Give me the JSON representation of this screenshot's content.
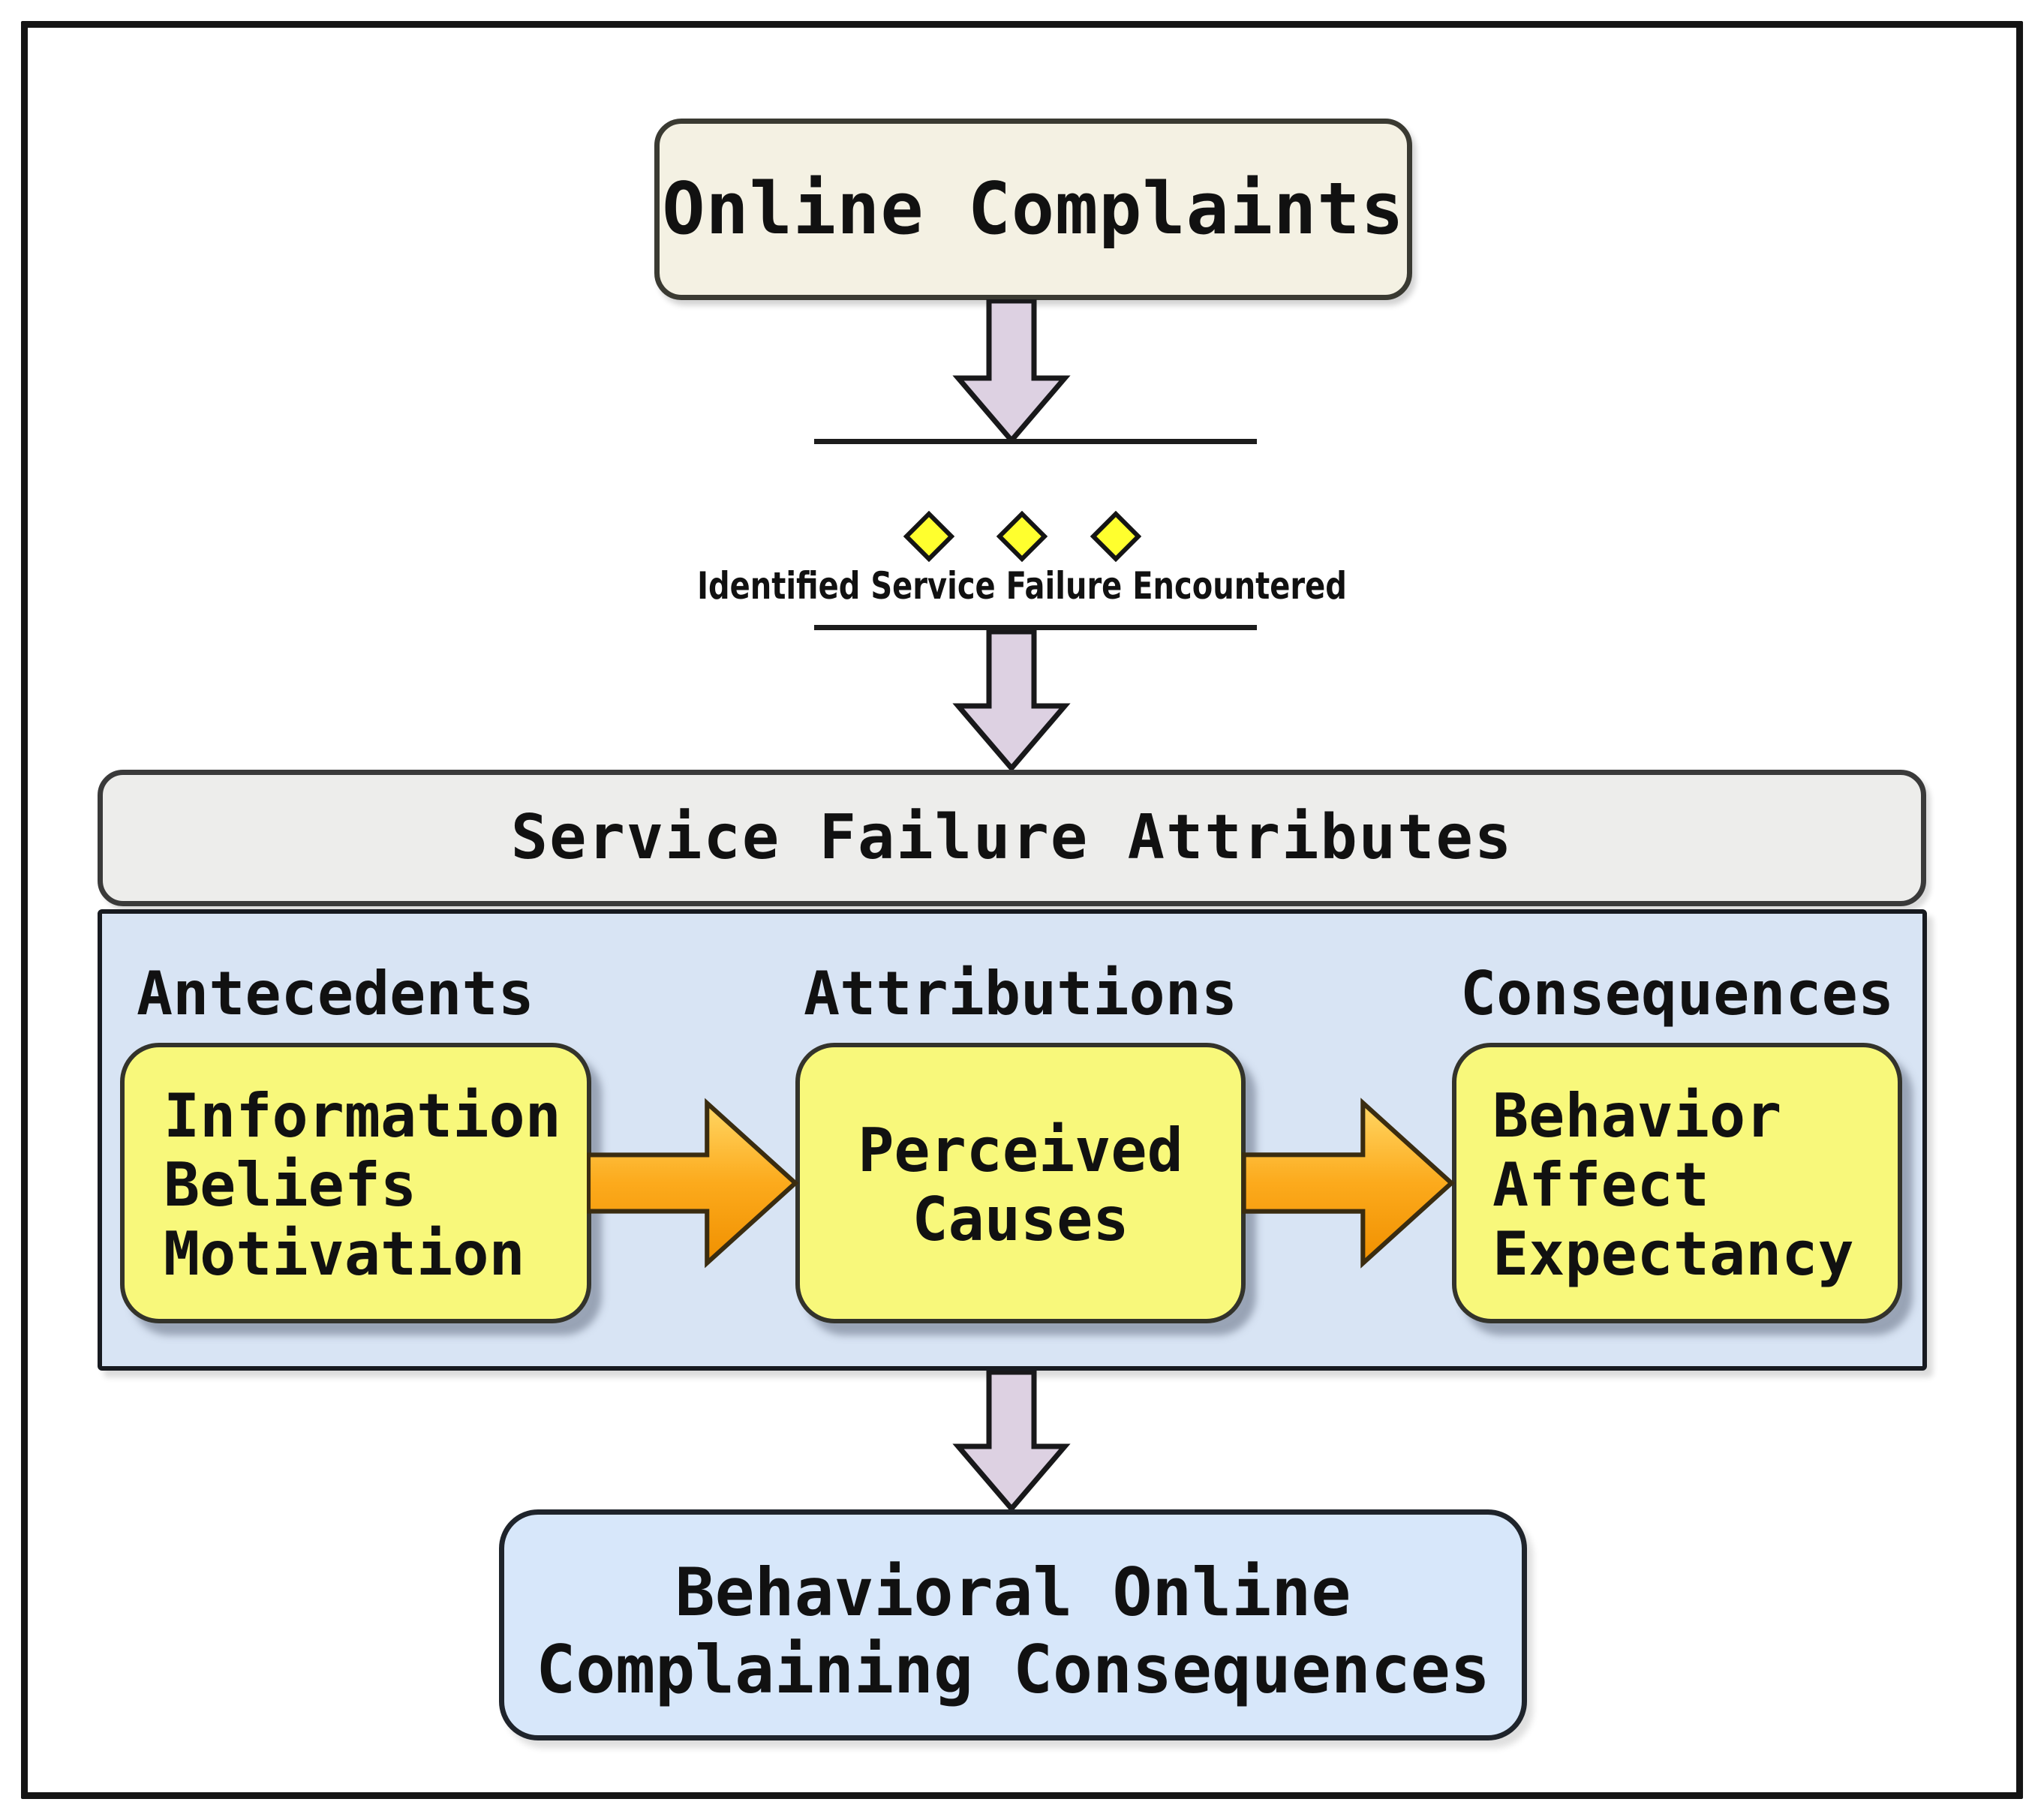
{
  "diagram": {
    "title_box": {
      "label": "Online Complaints"
    },
    "gate": {
      "label": "Identified Service Failure Encountered",
      "diamond_count": 3
    },
    "attributes_bar": {
      "label": "Service Failure Attributes"
    },
    "panel": {
      "columns": [
        {
          "heading": "Antecedents",
          "box_lines": [
            "Information",
            "Beliefs",
            "Motivation"
          ]
        },
        {
          "heading": "Attributions",
          "box_lines": [
            "Perceived",
            "Causes"
          ]
        },
        {
          "heading": "Consequences",
          "box_lines": [
            "Behavior",
            "Affect",
            "Expectancy"
          ]
        }
      ]
    },
    "outcome_box": {
      "lines": [
        "Behavioral Online",
        "Complaining Consequences"
      ]
    }
  },
  "icons": {
    "down_arrow": "down-arrow-icon",
    "right_arrow": "right-arrow-icon",
    "diamond": "diamond-icon"
  },
  "colors": {
    "frame_border": "#141414",
    "title_box_fill": "#f4f1e3",
    "lavender_arrow_fill": "#ddd1e2",
    "diamond_fill": "#ffff2e",
    "attributes_bar_fill": "#ededeb",
    "panel_fill": "#d8e4f4",
    "yellow_box_fill": "#f8f87b",
    "orange_arrow_top": "#ffd765",
    "orange_arrow_bottom": "#f09000",
    "outcome_box_fill": "#d7e7fa",
    "text": "#111111"
  }
}
